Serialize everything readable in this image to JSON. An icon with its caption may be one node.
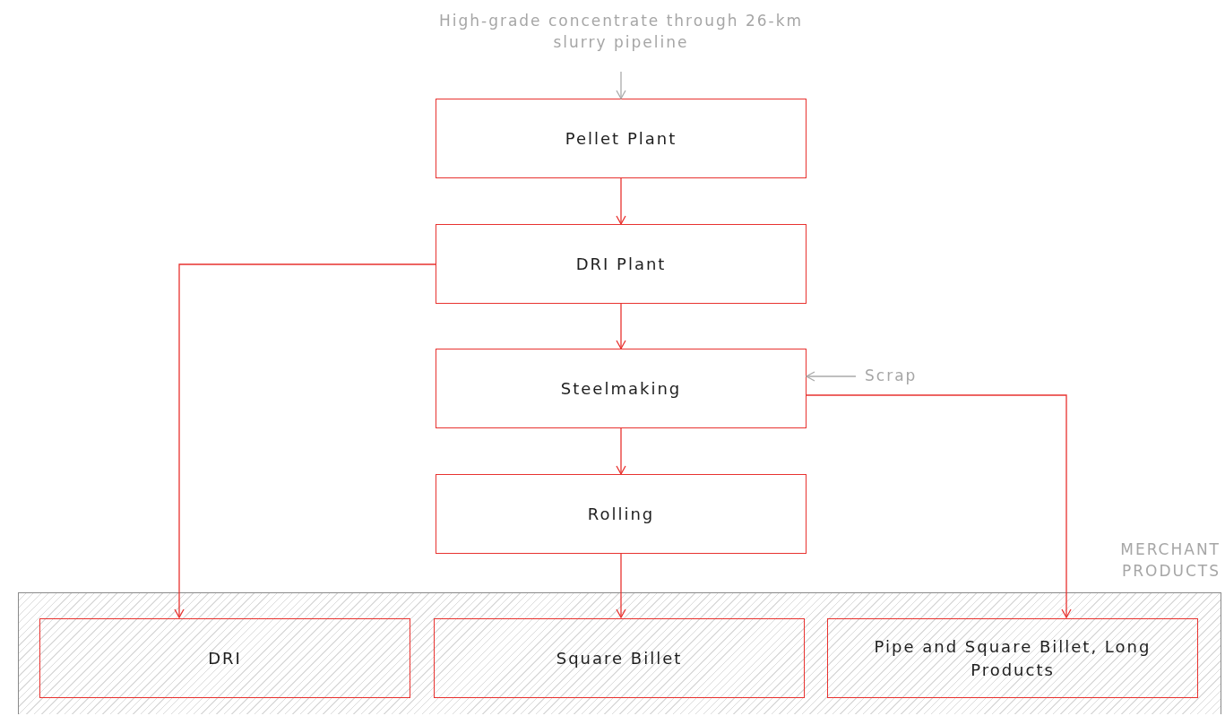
{
  "diagram": {
    "nodes": [
      {
        "text": [
          "High-grade concentrate through 26-km slurry pipeline"
        ]
      },
      {
        "text": [
          "Pellet Plant"
        ]
      },
      {
        "text": [
          "DRI Plant"
        ]
      },
      {
        "text": [
          "Steelmaking"
        ]
      },
      {
        "text": [
          "Rolling"
        ]
      },
      {
        "text": [
          "Scrap"
        ]
      },
      {
        "text": [
          "MERCHANT PRODUCTS"
        ]
      },
      {
        "text": [
          "DRI"
        ],
        "in": 6
      },
      {
        "text": [
          "Square Billet"
        ],
        "in": 6
      },
      {
        "text": [
          "Pipe and Square Billet, Long Products"
        ],
        "in": 6
      }
    ],
    "edges": [
      {
        "from": 0,
        "to": 1,
        "arrow": "to",
        "color": "#aaaaaa"
      },
      {
        "from": 1,
        "to": 2,
        "arrow": "to"
      },
      {
        "from": 2,
        "to": 3,
        "arrow": "to"
      },
      {
        "from": 3,
        "to": 4,
        "arrow": "to"
      },
      {
        "from": 2,
        "to": 7,
        "arrow": "to"
      },
      {
        "from": 4,
        "to": 8,
        "arrow": "to"
      },
      {
        "from": 3,
        "to": 9,
        "arrow": "to"
      },
      {
        "from": 5,
        "to": 3,
        "arrow": "to",
        "color": "#aaaaaa"
      }
    ]
  }
}
